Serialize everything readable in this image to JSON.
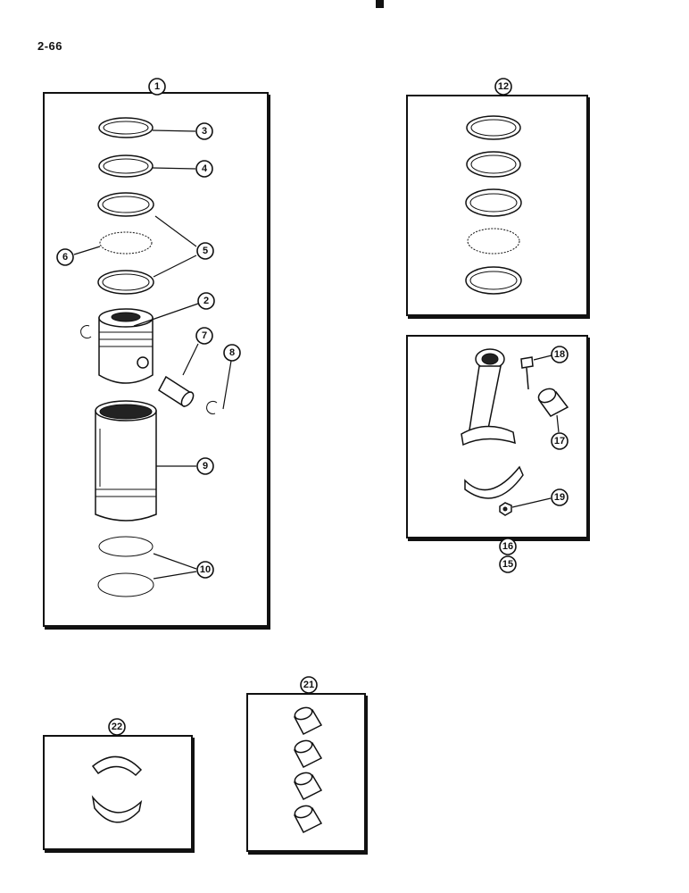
{
  "page_number": "2-66",
  "callouts": {
    "c1": "1",
    "c2": "2",
    "c3": "3",
    "c4": "4",
    "c5": "5",
    "c6": "6",
    "c7": "7",
    "c8": "8",
    "c9": "9",
    "c10": "10",
    "c12": "12",
    "c15": "15",
    "c16": "16",
    "c17": "17",
    "c18": "18",
    "c19": "19",
    "c21": "21",
    "c22": "22"
  }
}
